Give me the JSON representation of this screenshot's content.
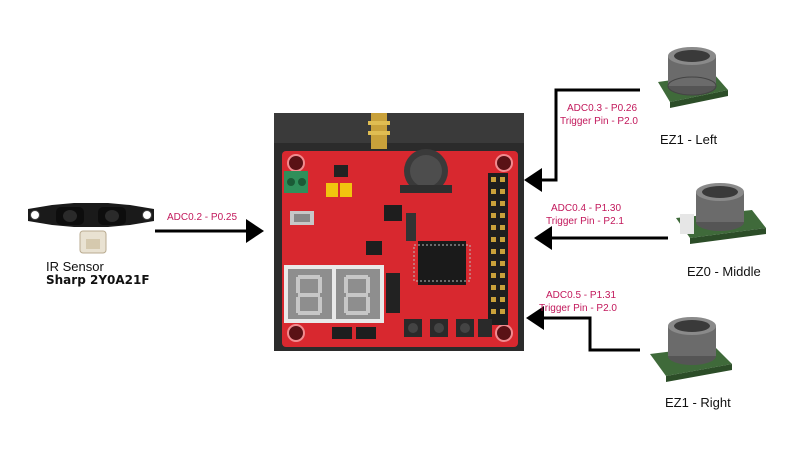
{
  "colors": {
    "board_red": "#d8282f",
    "board_bg": "#2a2a2a",
    "label_accent": "#c2185b",
    "arrow": "#000000",
    "sensor_pcb": "#3f6a3a",
    "seven_seg": "#8a8a8a"
  },
  "ir_sensor": {
    "name_line1": "IR Sensor",
    "name_line2": "Sharp 2Y0A21F",
    "pin_label": "ADC0.2 - P0.25"
  },
  "sensors": [
    {
      "name": "EZ1 - Left",
      "adc_label": "ADC0.3 - P0.26",
      "trigger_label": "Trigger Pin - P2.0"
    },
    {
      "name": "EZ0 - Middle",
      "adc_label": "ADC0.4 - P1.30",
      "trigger_label": "Trigger Pin - P2.1"
    },
    {
      "name": "EZ1 - Right",
      "adc_label": "ADC0.5 - P1.31",
      "trigger_label": "Trigger Pin - P2.0"
    }
  ]
}
